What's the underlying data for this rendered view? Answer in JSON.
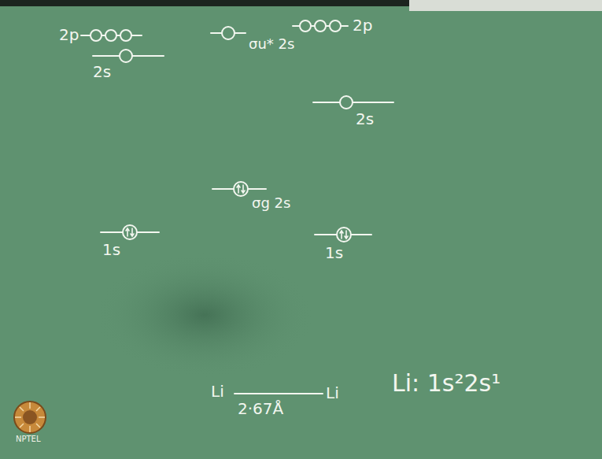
{
  "diagram": {
    "labels": [
      "2p",
      "σu* 2s",
      "2p",
      "2s",
      "2s",
      "σg 2s",
      "1s",
      "1s",
      "Li",
      "Li",
      "2·67Å",
      "Li: 1s²2s¹",
      "NPTEL"
    ]
  }
}
